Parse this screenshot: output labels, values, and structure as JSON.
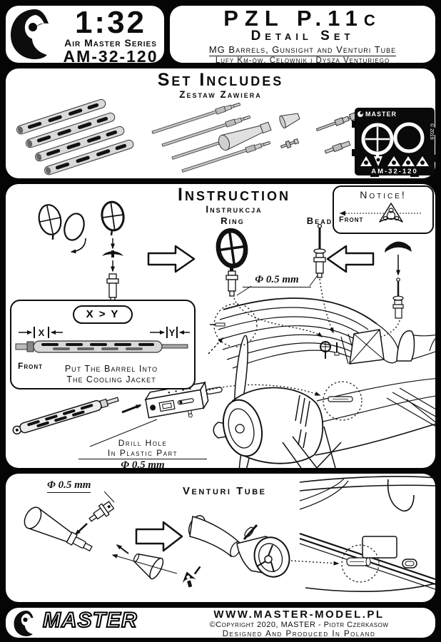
{
  "header": {
    "scale": "1:32",
    "series": "Air Master Series",
    "sku": "AM-32-120",
    "title": "PZL P.11c",
    "subtitle": "Detail Set",
    "desc_en": "MG Barrels, Gunsight and Venturi Tube",
    "desc_pl": "Lufy Km-ów, Celownik i Dysza Venturiego"
  },
  "set_includes": {
    "title": "Set Includes",
    "subtitle": "Zestaw Zawiera",
    "fret": {
      "brand": "MASTER",
      "year": "© 2019",
      "sku": "AM-32-120"
    }
  },
  "instruction": {
    "title": "Instruction",
    "subtitle": "Instrukcja",
    "notice": {
      "title": "Notice!",
      "front": "Front"
    },
    "ring_label": "Ring",
    "bead_label": "Bead",
    "diameter": "Φ 0.5 mm",
    "xy": {
      "formula": "X > Y",
      "x": "X",
      "y": "Y",
      "front": "Front",
      "caption1": "Put The Barrel Into",
      "caption2": "The Cooling Jacket"
    },
    "drill": {
      "line1": "Drill Hole",
      "line2": "In Plastic Part",
      "diameter": "Φ 0.5 mm"
    }
  },
  "venturi": {
    "diameter": "Φ 0.5 mm",
    "label": "Venturi Tube"
  },
  "footer": {
    "brand": "MASTER",
    "url": "WWW.MASTER-MODEL.PL",
    "copyright": "©Copyright 2020, MASTER - Piotr Czerkasow",
    "designed": "Designed And Produced In Poland"
  }
}
